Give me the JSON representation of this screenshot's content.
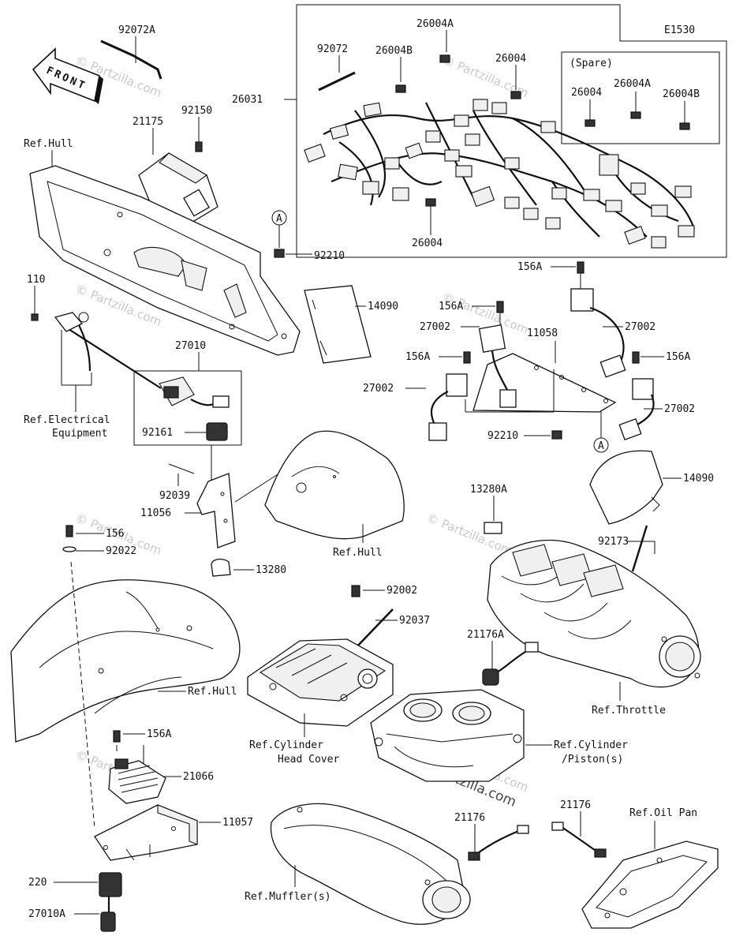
{
  "diagram_code": "E1530",
  "front_arrow_label": "FRONT",
  "watermark": "© Partzilla.com",
  "center_watermark": "©Partzilla.com",
  "spare_box": {
    "title": "(Spare)",
    "parts": [
      "26004",
      "26004A",
      "26004B"
    ]
  },
  "harness": {
    "parts": [
      "92072",
      "26004A",
      "26004B",
      "26004",
      "26004",
      "26031"
    ]
  },
  "callouts": {
    "c92072A": "92072A",
    "c92150": "92150",
    "c21175": "21175",
    "cRefHull1": "Ref.Hull",
    "c92210a": "92210",
    "cA1": "A",
    "c110": "110",
    "c27010": "27010",
    "cRefElec1": "Ref.Electrical",
    "cRefElec2": "Equipment",
    "c92161": "92161",
    "c14090a": "14090",
    "c156A1": "156A",
    "c156A2": "156A",
    "c27002a": "27002",
    "c11058": "11058",
    "c27002b": "27002",
    "c156A3": "156A",
    "c156A4": "156A",
    "c27002c": "27002",
    "c27002d": "27002",
    "c92210b": "92210",
    "cA2": "A",
    "c14090b": "14090",
    "c92039": "92039",
    "c11056": "11056",
    "cRefHull2": "Ref.Hull",
    "c13280A": "13280A",
    "c92173": "92173",
    "c156": "156",
    "c92022": "92022",
    "c13280": "13280",
    "c92002": "92002",
    "c92037": "92037",
    "c21176A": "21176A",
    "cRefHull3": "Ref.Hull",
    "cRefThrottle": "Ref.Throttle",
    "cRefCylHead1": "Ref.Cylinder",
    "cRefCylHead2": "Head Cover",
    "cRefCylPis1": "Ref.Cylinder",
    "cRefCylPis2": "/Piston(s)",
    "c156A5": "156A",
    "c21066": "21066",
    "c11057": "11057",
    "c21176a": "21176",
    "c21176b": "21176",
    "cRefOilPan": "Ref.Oil Pan",
    "c220": "220",
    "c27010A": "27010A",
    "cRefMuffler": "Ref.Muffler(s)"
  }
}
